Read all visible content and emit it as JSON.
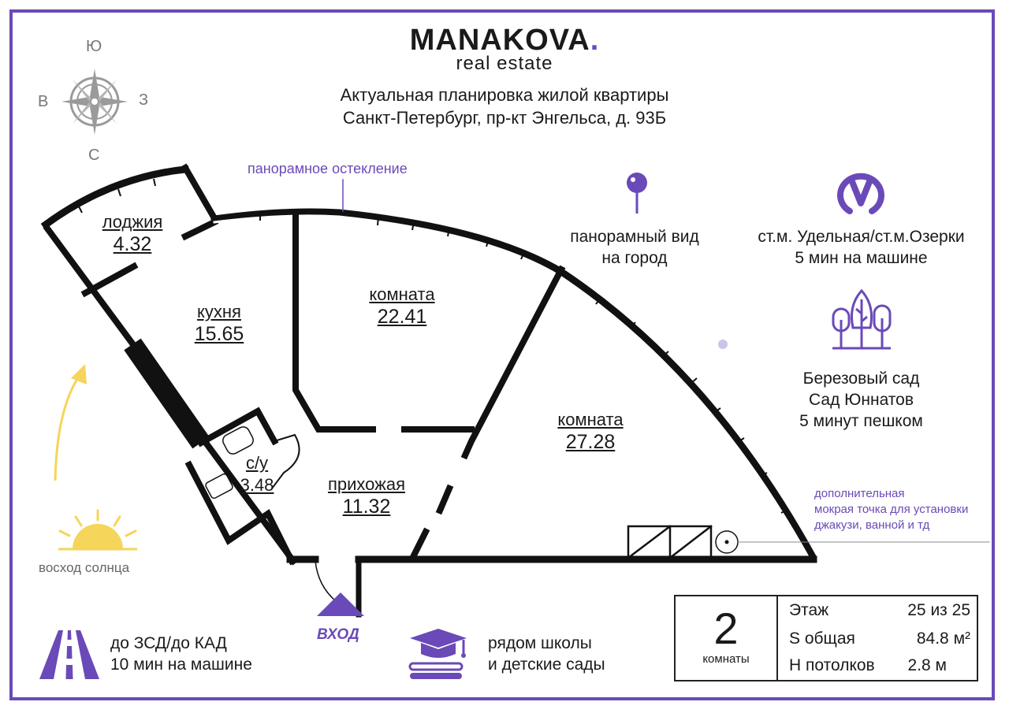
{
  "header": {
    "brand": "MANAKOVA",
    "brand_dot": ".",
    "subtitle": "real estate",
    "title_line1": "Актуальная  планировка жилой квартиры",
    "title_line2": "Санкт-Петербург, пр-кт Энгельса, д. 93Б"
  },
  "compass": {
    "north": "Ю",
    "south": "С",
    "west": "В",
    "east": "З"
  },
  "rooms": {
    "loggia": {
      "label": "лоджия",
      "area": "4.32"
    },
    "kitchen": {
      "label": "кухня",
      "area": "15.65"
    },
    "room1": {
      "label": "комната",
      "area": "22.41"
    },
    "room2": {
      "label": "комната",
      "area": "27.28"
    },
    "bathroom": {
      "label": "с/у",
      "area": "3.48"
    },
    "hallway": {
      "label": "прихожая",
      "area": "11.32"
    }
  },
  "notes": {
    "glazing": "панорамное остекление",
    "entrance": "ВХОД",
    "extra_line1": "дополнительная",
    "extra_line2": "мокрая точка для установки",
    "extra_line3": "джакузи, ванной и тд",
    "sunrise": "восход солнца"
  },
  "features": {
    "view_line1": "панорамный вид",
    "view_line2": "на город",
    "metro_line1": "ст.м. Удельная/ст.м.Озерки",
    "metro_line2": "5 мин на машине",
    "park_line1": "Березовый сад",
    "park_line2": "Сад Юннатов",
    "park_line3": "5 минут пешком",
    "road_line1": "до ЗСД/до КАД",
    "road_line2": "10 мин на машине",
    "school_line1": "рядом школы",
    "school_line2": "и детские сады"
  },
  "info": {
    "rooms_count": "2",
    "rooms_label": "комнаты",
    "floor_key": "Этаж",
    "floor_value": "25 из 25",
    "area_key": "S общая",
    "area_value": "84.8 м²",
    "ceiling_key": "Н потолков",
    "ceiling_value": "2.8 м"
  },
  "colors": {
    "accent": "#6a4ab8",
    "sun": "#f5d55a",
    "wall": "#111111"
  }
}
